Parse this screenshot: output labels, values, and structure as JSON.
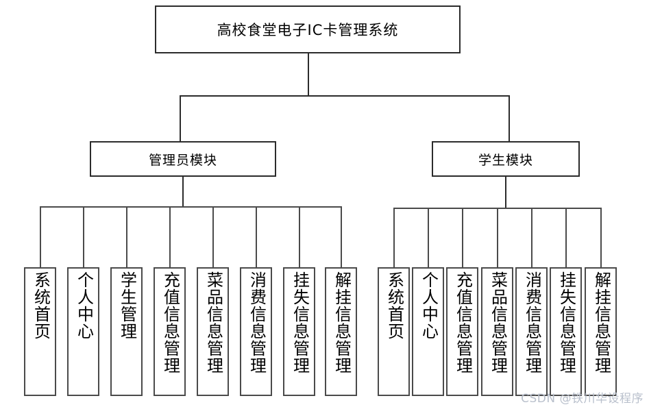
{
  "diagram": {
    "type": "tree",
    "title": "高校食堂电子IC卡管理系统",
    "root": {
      "label": "高校食堂电子IC卡管理系统"
    },
    "modules": [
      {
        "label": "管理员模块"
      },
      {
        "label": "学生模块"
      }
    ],
    "admin_leaves": [
      {
        "label": "系统首页"
      },
      {
        "label": "个人中心"
      },
      {
        "label": "学生管理"
      },
      {
        "label": "充值信息管理"
      },
      {
        "label": "菜品信息管理"
      },
      {
        "label": "消费信息管理"
      },
      {
        "label": "挂失信息管理"
      },
      {
        "label": "解挂信息管理"
      }
    ],
    "student_leaves": [
      {
        "label": "系统首页"
      },
      {
        "label": "个人中心"
      },
      {
        "label": "充值信息管理"
      },
      {
        "label": "菜品信息管理"
      },
      {
        "label": "消费信息管理"
      },
      {
        "label": "挂失信息管理"
      },
      {
        "label": "解挂信息管理"
      }
    ]
  },
  "watermark": {
    "text": "CSDN @铁川华设程序"
  },
  "colors": {
    "background": "#ffffff",
    "line": "#2b2b2b",
    "box_border": "#4a4a4a",
    "text": "#000000",
    "watermark": "#b9c0cc"
  }
}
